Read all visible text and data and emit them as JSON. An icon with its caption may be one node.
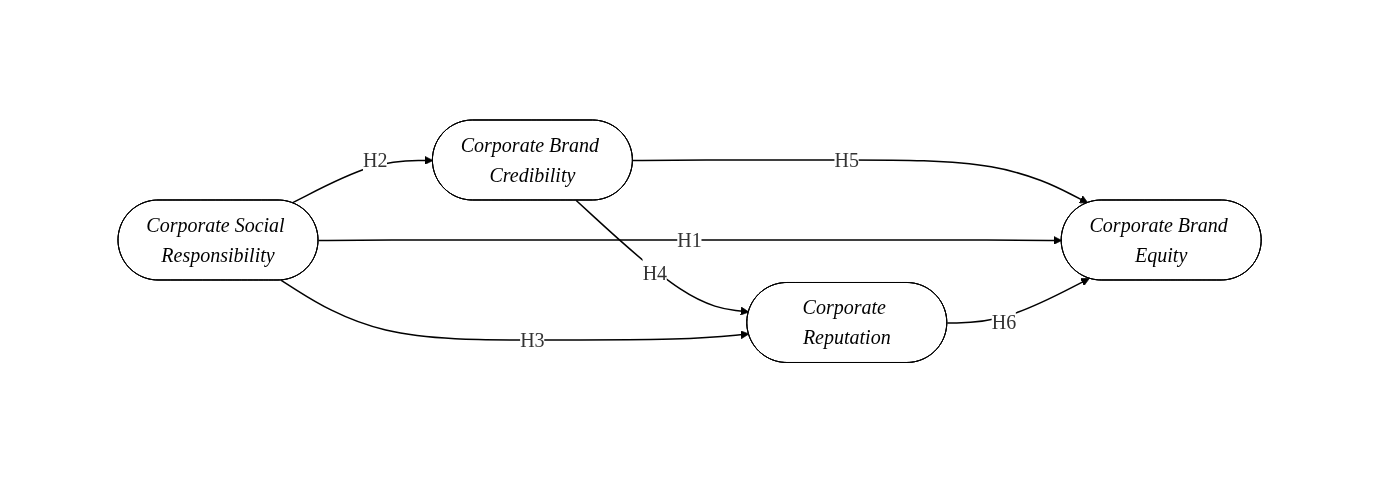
{
  "diagram": {
    "nodes": [
      {
        "text": [
          "Corporate Social Responsibility"
        ]
      },
      {
        "text": [
          "Corporate Brand Credibility"
        ]
      },
      {
        "text": [
          "Corporate Brand Equity"
        ]
      },
      {
        "text": [
          "Corporate Reputation"
        ]
      }
    ],
    "edges": [
      {
        "from": 0,
        "to": 1,
        "arrow": "to",
        "label": "H2"
      },
      {
        "from": 1,
        "to": 2,
        "arrow": "to",
        "label": "H5"
      },
      {
        "from": 0,
        "to": 2,
        "arrow": "to",
        "label": "H1"
      },
      {
        "from": 1,
        "to": 3,
        "arrow": "to",
        "label": "H4"
      },
      {
        "from": 0,
        "to": 3,
        "arrow": "to",
        "label": "H3"
      },
      {
        "from": 3,
        "to": 2,
        "arrow": "to",
        "label": "H6"
      }
    ]
  }
}
